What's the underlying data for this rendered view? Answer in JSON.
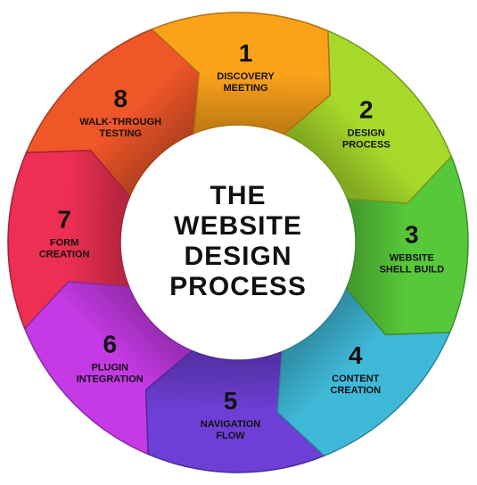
{
  "center": {
    "lines": [
      "THE",
      "WEBSITE",
      "DESIGN",
      "PROCESS"
    ]
  },
  "steps": [
    {
      "number": "1",
      "lines": [
        "DISCOVERY",
        "MEETING"
      ],
      "color": "#fba21a"
    },
    {
      "number": "2",
      "lines": [
        "DESIGN",
        "PROCESS"
      ],
      "color": "#a7d92a"
    },
    {
      "number": "3",
      "lines": [
        "WEBSITE",
        "SHELL BUILD"
      ],
      "color": "#57c83a"
    },
    {
      "number": "4",
      "lines": [
        "CONTENT",
        "CREATION"
      ],
      "color": "#3fb9d8"
    },
    {
      "number": "5",
      "lines": [
        "NAVIGATION",
        "FLOW"
      ],
      "color": "#6d3fd6"
    },
    {
      "number": "6",
      "lines": [
        "PLUGIN",
        "INTEGRATION"
      ],
      "color": "#c63ae6"
    },
    {
      "number": "7",
      "lines": [
        "FORM",
        "CREATION"
      ],
      "color": "#ec2f52"
    },
    {
      "number": "8",
      "lines": [
        "WALK-THROUGH",
        "TESTING"
      ],
      "color": "#ef5628"
    }
  ]
}
